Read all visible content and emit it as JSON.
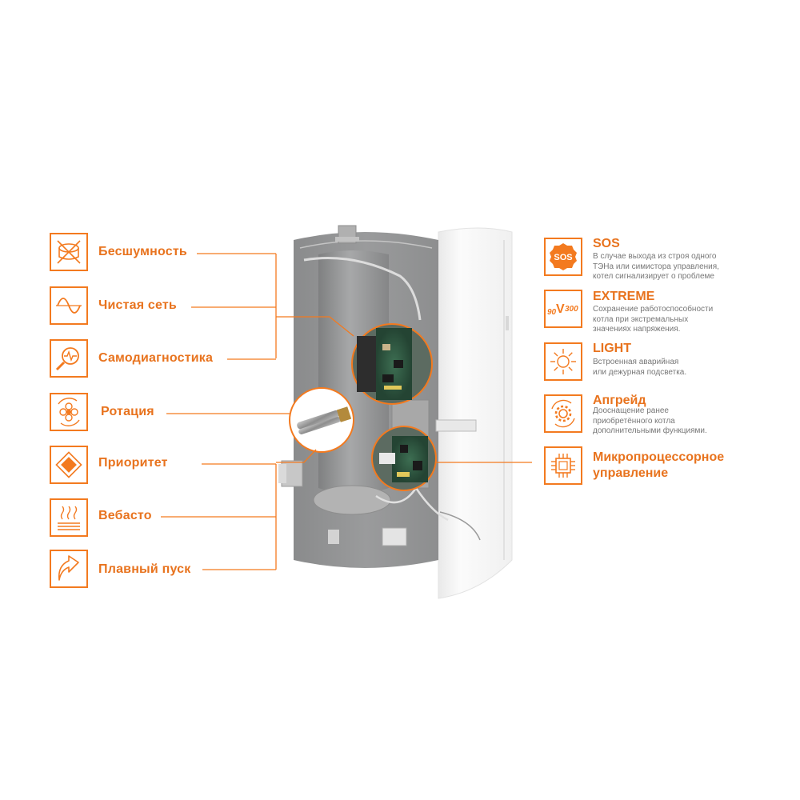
{
  "left_features": [
    {
      "label": "Бесшумность",
      "icon": "silent-drum-icon"
    },
    {
      "label": "Чистая сеть",
      "icon": "sine-wave-icon"
    },
    {
      "label": "Самодиагностика",
      "icon": "magnifier-pulse-icon"
    },
    {
      "label": "Ротация",
      "icon": "rotation-flower-icon"
    },
    {
      "label": "Приоритет",
      "icon": "priority-diamond-icon"
    },
    {
      "label": "Вебасто",
      "icon": "heating-waves-icon"
    },
    {
      "label": "Плавный пуск",
      "icon": "soft-start-arrow-icon"
    }
  ],
  "right_features": [
    {
      "title": "SOS",
      "icon": "sos-badge-icon",
      "icon_text": "SOS",
      "lines": [
        "В случае выхода из строя одного",
        "ТЭНа или симистора управления,",
        "котел сигнализирует о проблеме"
      ]
    },
    {
      "title": "EXTREME",
      "icon": "voltage-range-icon",
      "icon_text_left": "90",
      "icon_text_mid": "V",
      "icon_text_right": "300",
      "lines": [
        "Сохранение работоспособности",
        "котла при экстремальных",
        "значениях напряжения."
      ]
    },
    {
      "title": "LIGHT",
      "icon": "sun-light-icon",
      "lines": [
        "Встроенная аварийная",
        "или дежурная подсветка."
      ]
    },
    {
      "title": "Апгрейд",
      "icon": "upgrade-gear-icon",
      "lines": [
        "Дооснащение ранее",
        "приобретённого котла",
        "дополнительными функциями."
      ]
    },
    {
      "title_lines": [
        "Микропроцессорное",
        "управление"
      ],
      "icon": "microchip-icon"
    }
  ],
  "colors": {
    "accent": "#f37a1f",
    "body_gray": "#8e8f90",
    "door_white": "#f6f6f6"
  }
}
